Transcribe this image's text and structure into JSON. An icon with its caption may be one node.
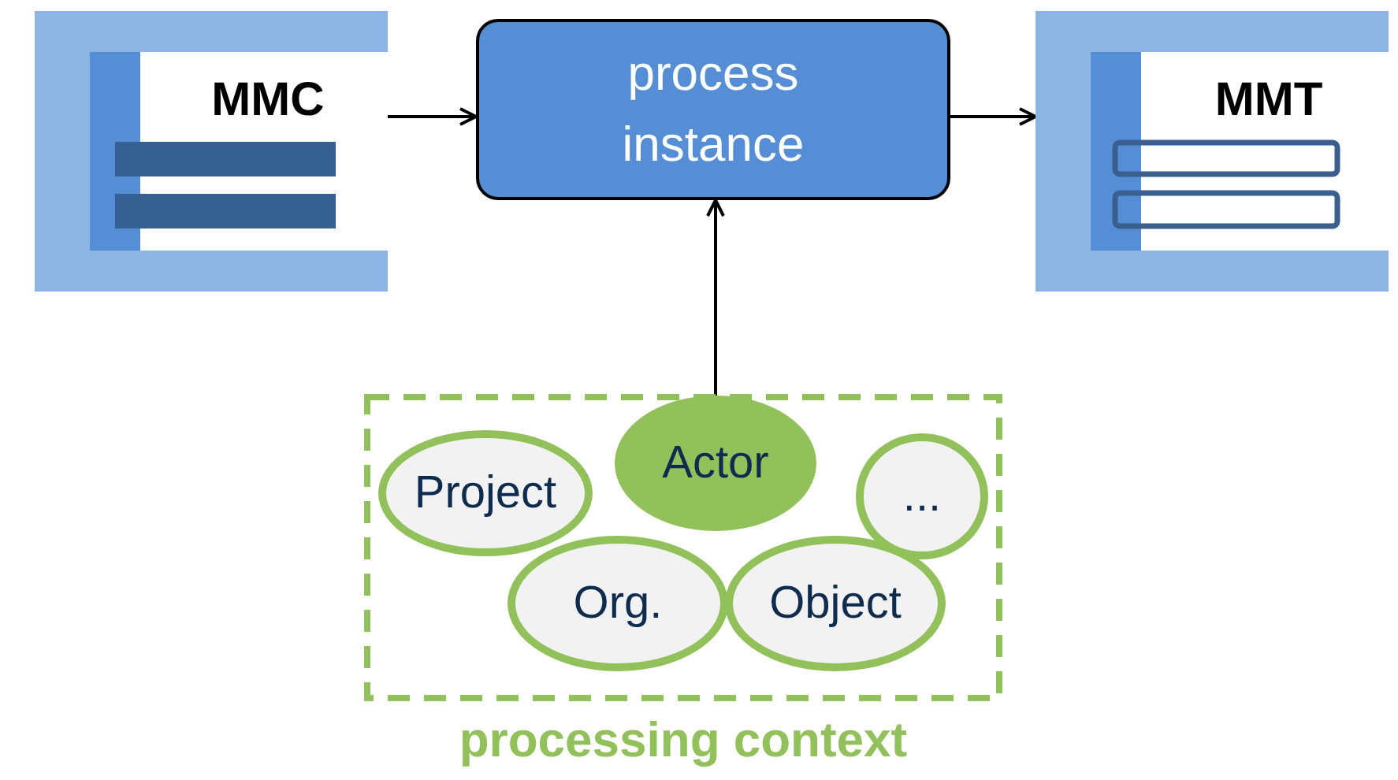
{
  "diagram": {
    "nodes": [
      {
        "text": [
          "MMC"
        ]
      },
      {
        "text": [
          "process instance"
        ]
      },
      {
        "text": [
          "MMT"
        ]
      },
      {
        "text": [
          "processing context"
        ]
      },
      {
        "text": [
          "Project"
        ],
        "in": 3
      },
      {
        "text": [
          "Actor"
        ],
        "in": 3
      },
      {
        "text": [
          "..."
        ],
        "in": 3
      },
      {
        "text": [
          "Org."
        ],
        "in": 3
      },
      {
        "text": [
          "Object"
        ],
        "in": 3
      }
    ],
    "edges": [
      {
        "from": 0,
        "to": 1,
        "arrow": "to"
      },
      {
        "from": 1,
        "to": 2,
        "arrow": "to"
      },
      {
        "from": 5,
        "to": 1,
        "arrow": "to"
      }
    ]
  }
}
